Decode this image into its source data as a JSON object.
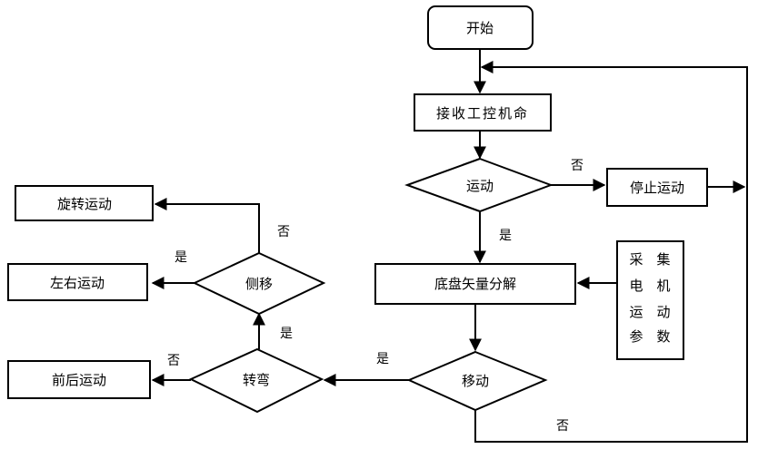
{
  "nodes": {
    "start": "开始",
    "receive_cmd": "接收工控机命",
    "motion": "运动",
    "stop_motion": "停止运动",
    "chassis_decompose": "底盘矢量分解",
    "collect_params": [
      "采　集",
      "电　机",
      "运　动",
      "参　数"
    ],
    "move": "移动",
    "turn": "转弯",
    "front_back_motion": "前后运动",
    "side_move": "侧移",
    "left_right_motion": "左右运动",
    "rotate_motion": "旋转运动"
  },
  "edge_labels": {
    "motion_no": "否",
    "motion_yes": "是",
    "move_yes": "是",
    "move_no": "否",
    "turn_no": "否",
    "turn_yes": "是",
    "side_yes": "是",
    "side_no": "否"
  }
}
